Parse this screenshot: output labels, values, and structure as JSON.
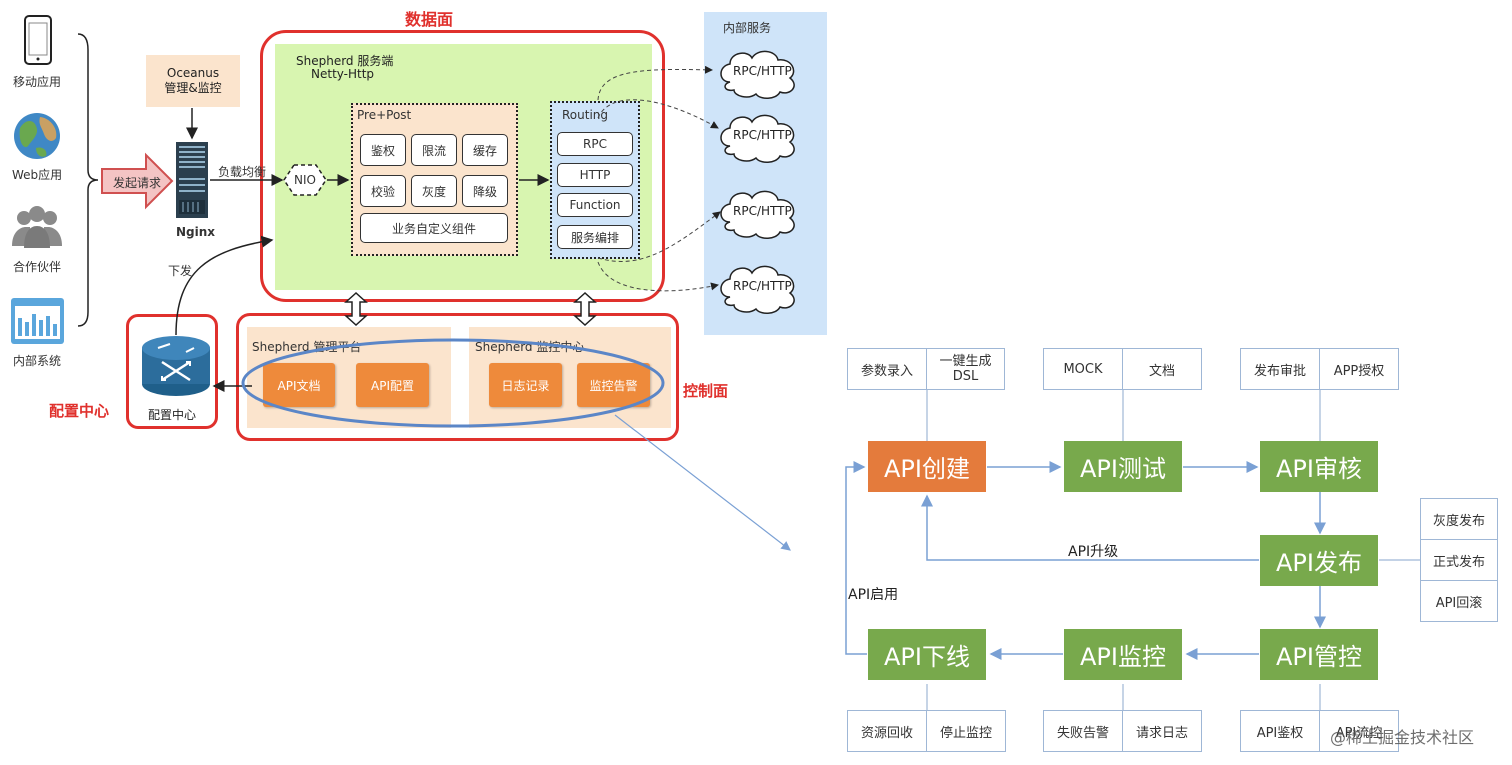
{
  "clients": [
    "移动应用",
    "Web应用",
    "合作伙伴",
    "内部系统"
  ],
  "request_label": "发起请求",
  "oceanus": {
    "line1": "Oceanus",
    "line2": "管理&监控"
  },
  "nginx": "Nginx",
  "load_balance": "负载均衡",
  "dispatch": "下发",
  "config_center": {
    "label": "配置中心",
    "title": "配置中心"
  },
  "data_plane": {
    "title": "数据面",
    "server_line1": "Shepherd 服务端",
    "server_line2": "Netty-Http",
    "nio": "NIO",
    "prepost": {
      "title": "Pre+Post",
      "items": [
        "鉴权",
        "限流",
        "缓存",
        "校验",
        "灰度",
        "降级"
      ],
      "custom": "业务自定义组件"
    },
    "routing": {
      "title": "Routing",
      "items": [
        "RPC",
        "HTTP",
        "Function",
        "服务编排"
      ]
    }
  },
  "internal_services": {
    "title": "内部服务",
    "clouds": [
      "RPC/HTTP",
      "RPC/HTTP",
      "RPC/HTTP",
      "RPC/HTTP"
    ]
  },
  "control_plane": {
    "title": "控制面",
    "mgmt": {
      "title": "Shepherd 管理平台",
      "buttons": [
        "API文档",
        "API配置"
      ]
    },
    "monitor": {
      "title": "Shepherd 监控中心",
      "buttons": [
        "日志记录",
        "监控告警"
      ]
    }
  },
  "lifecycle": {
    "create": "API创建",
    "test": "API测试",
    "review": "API审核",
    "publish": "API发布",
    "control": "API管控",
    "monitor": "API监控",
    "offline": "API下线",
    "upgrade": "API升级",
    "enable": "API启用",
    "create_tags": [
      "参数录入",
      "一键生成\nDSL"
    ],
    "test_tags": [
      "MOCK",
      "文档"
    ],
    "review_tags": [
      "发布审批",
      "APP授权"
    ],
    "publish_tags": [
      "灰度发布",
      "正式发布",
      "API回滚"
    ],
    "offline_tags": [
      "资源回收",
      "停止监控"
    ],
    "monitor_tags": [
      "失败告警",
      "请求日志"
    ],
    "control_tags": [
      "API鉴权",
      "API流控"
    ]
  },
  "watermark": "@稀土掘金技术社区",
  "colors": {
    "red": "#e0312d",
    "green_step": "#78a94c",
    "orange_step": "#e47b3c",
    "data_plane_bg": "#d8f5b0",
    "internal_bg": "#cfe4f9"
  }
}
